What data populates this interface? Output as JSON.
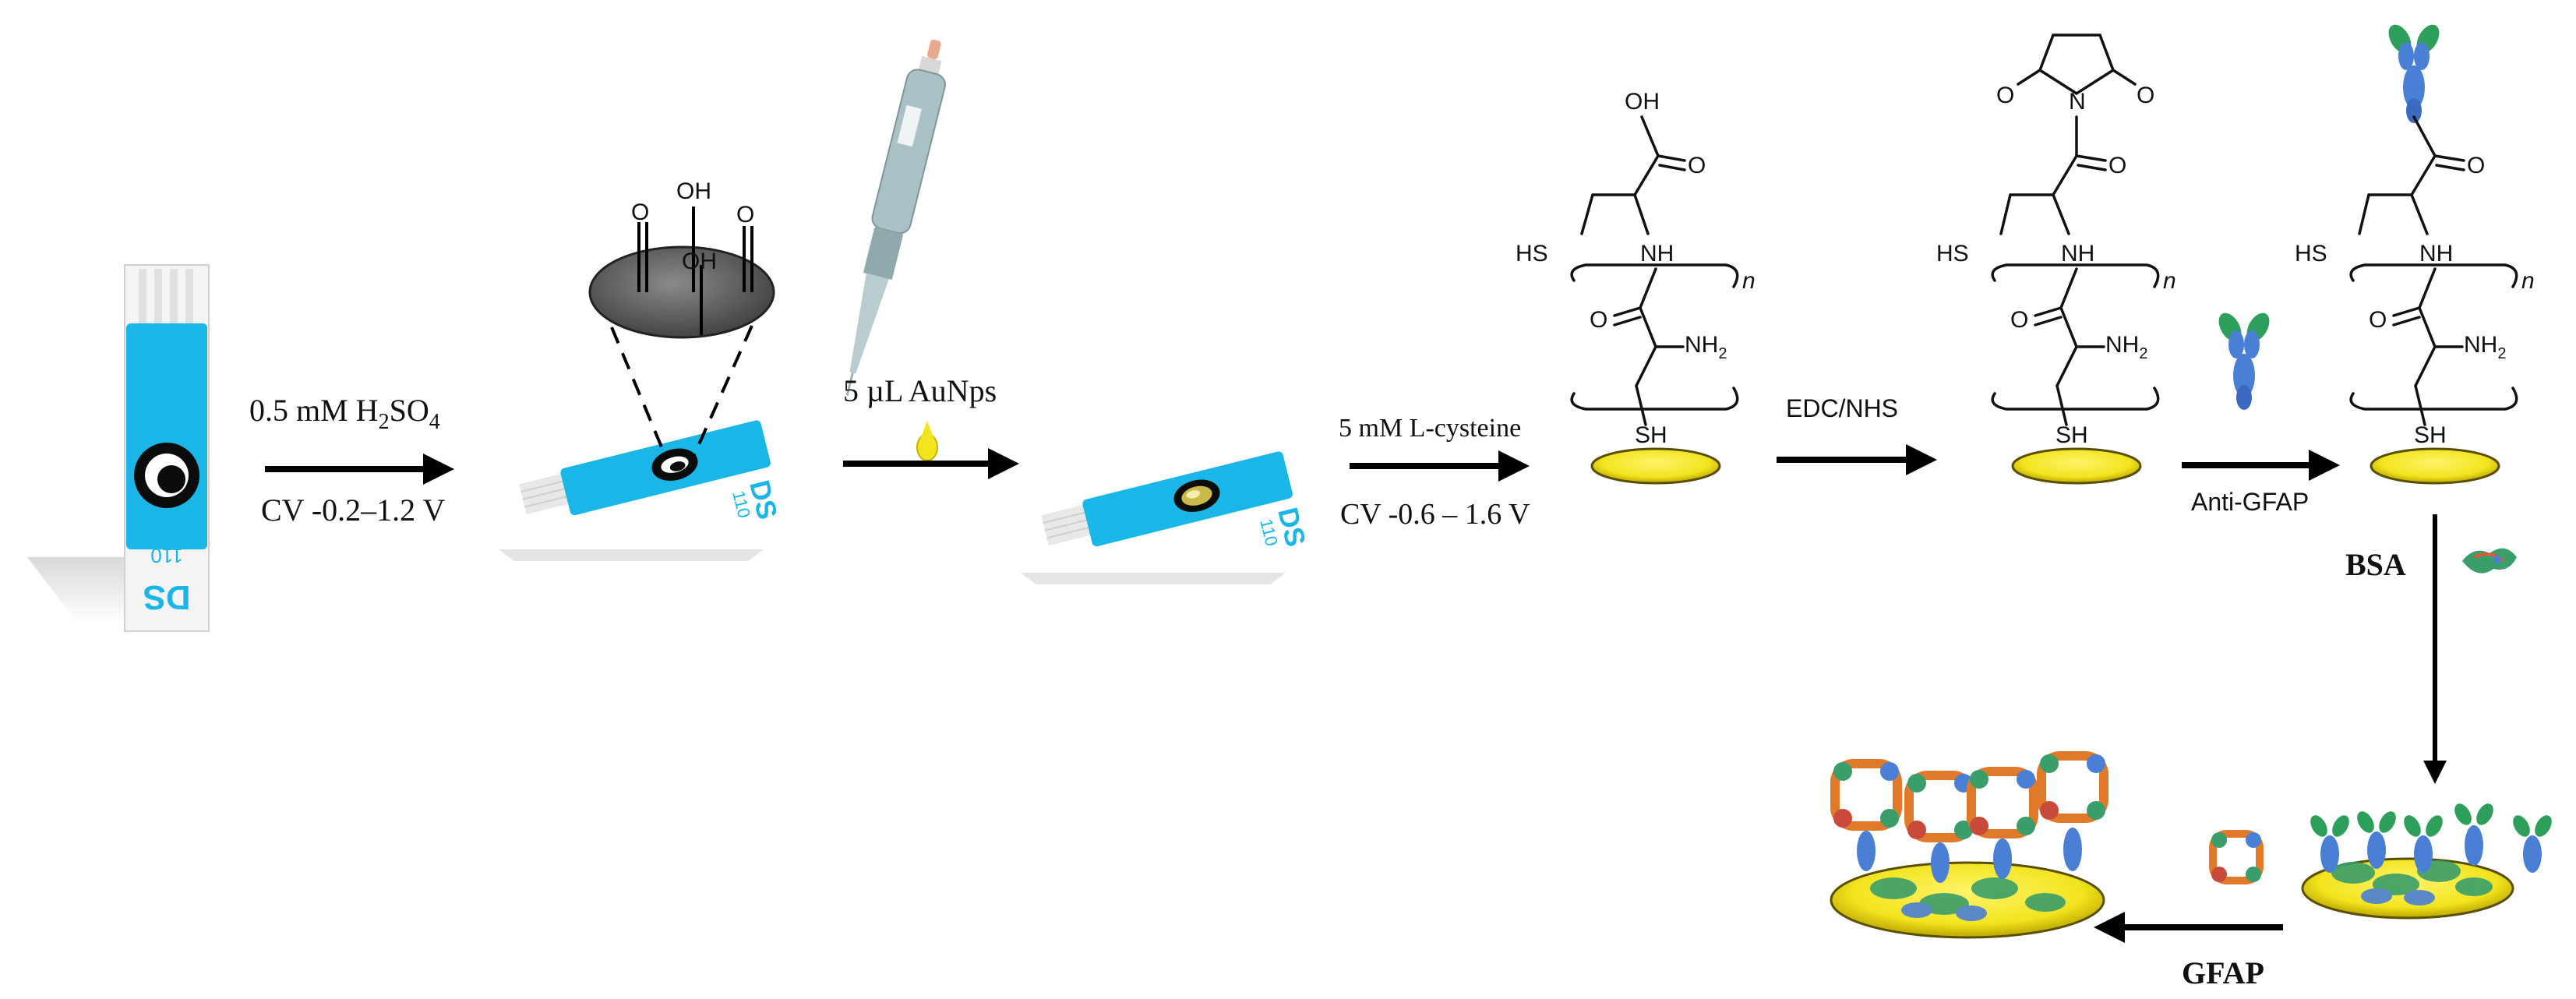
{
  "steps": {
    "step1_line1_prefix": "0.5 mM H",
    "step1_line1_sub": "2",
    "step1_line1_mid": "SO",
    "step1_line1_sub2": "4",
    "step1_line2": "CV -0.2–1.2 V",
    "step2": "5 µL AuNps",
    "step3_line1": "5 mM L-cysteine",
    "step3_line2": "CV -0.6 – 1.6 V",
    "step4": "EDC/NHS",
    "step5": "Anti-GFAP",
    "step6": "BSA",
    "step7": "GFAP"
  },
  "electrode": {
    "label": "DS",
    "model": "110"
  },
  "chem": {
    "oh": "OH",
    "o": "O",
    "hs": "HS",
    "nh": "NH",
    "nh2_main": "NH",
    "nh2_sub": "2",
    "sh": "SH",
    "n": "n"
  },
  "colors": {
    "electrode_blue": "#1ab6e8",
    "gold": "#f2e41e",
    "gold_edge": "#7a6a00",
    "carbon_gray": "#5c5c5c",
    "antibody_blue": "#4a7fd6",
    "antibody_green": "#2e9e5b"
  }
}
